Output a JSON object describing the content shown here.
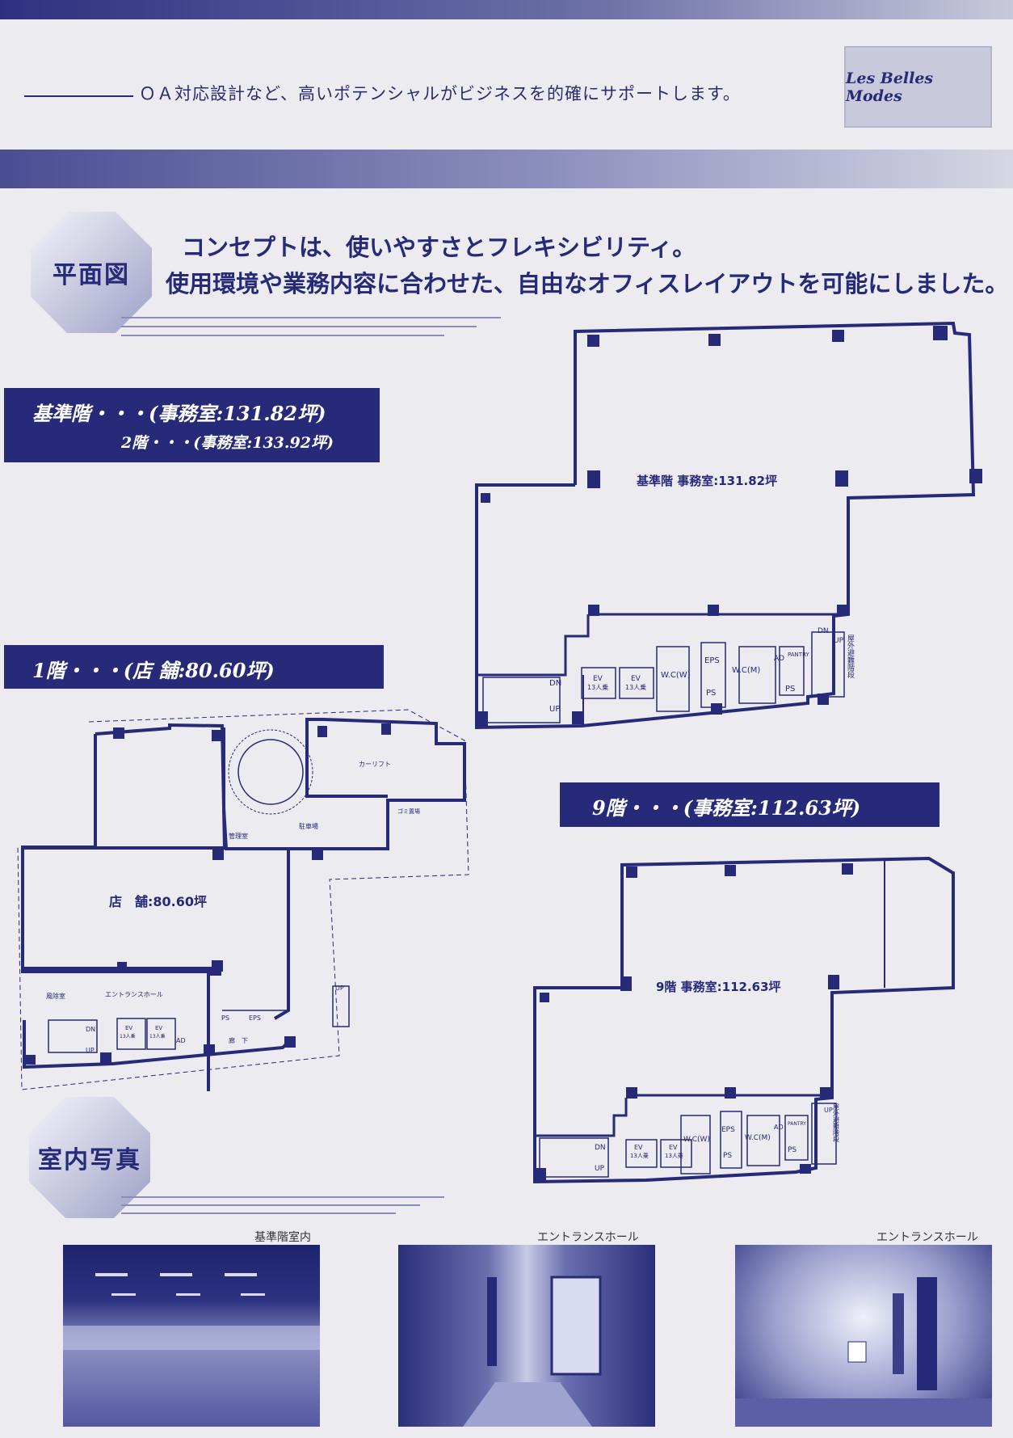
{
  "header": {
    "tagline": "ＯＡ対応設計など、高いポテンシャルがビジネスを的確にサポートします。",
    "logo_text": "Les Belles Modes"
  },
  "floorplan_section": {
    "badge": "平面図",
    "concept_line1": "コンセプトは、使いやすさとフレキシビリティ。",
    "concept_line2": "使用環境や業務内容に合わせた、自由なオフィスレイアウトを可能にしました。"
  },
  "standard_floor": {
    "banner_line1": "基準階・・・(事務室:131.82坪)",
    "banner_line2": "2階・・・(事務室:133.92坪)",
    "plan_label": "基準階 事務室:131.82坪",
    "rooms": {
      "dn": "DN",
      "up": "UP",
      "ev": "EV",
      "ev_cap": "13人乗",
      "wcw": "W.C(W)",
      "wcm": "W.C(M)",
      "eps": "EPS",
      "ps": "PS",
      "ad": "AD",
      "pantry": "PANTRY",
      "escape": "屋外避難階段"
    }
  },
  "first_floor": {
    "banner": "1階・・・(店 舗:80.60坪)",
    "plan_label": "店　舗:80.60坪",
    "rooms": {
      "car_lift": "カーリフト",
      "garbage": "ゴミ置場",
      "parking": "駐車場",
      "management": "管理室",
      "windbreak": "風除室",
      "entrance_hall": "エントランスホール",
      "corridor": "廊　下",
      "ps": "PS",
      "eps": "EPS",
      "ad": "AD",
      "dn": "DN",
      "up": "UP",
      "ev": "EV",
      "ev_cap": "13人乗"
    }
  },
  "ninth_floor": {
    "banner": "9階・・・(事務室:112.63坪)",
    "plan_label": "9階 事務室:112.63坪"
  },
  "photo_section": {
    "badge": "室内写真",
    "photos": [
      {
        "caption": "基準階室内"
      },
      {
        "caption": "エントランスホール"
      },
      {
        "caption": "エントランスホール"
      }
    ]
  },
  "colors": {
    "navy": "#262a78",
    "background": "#ecebf0"
  }
}
